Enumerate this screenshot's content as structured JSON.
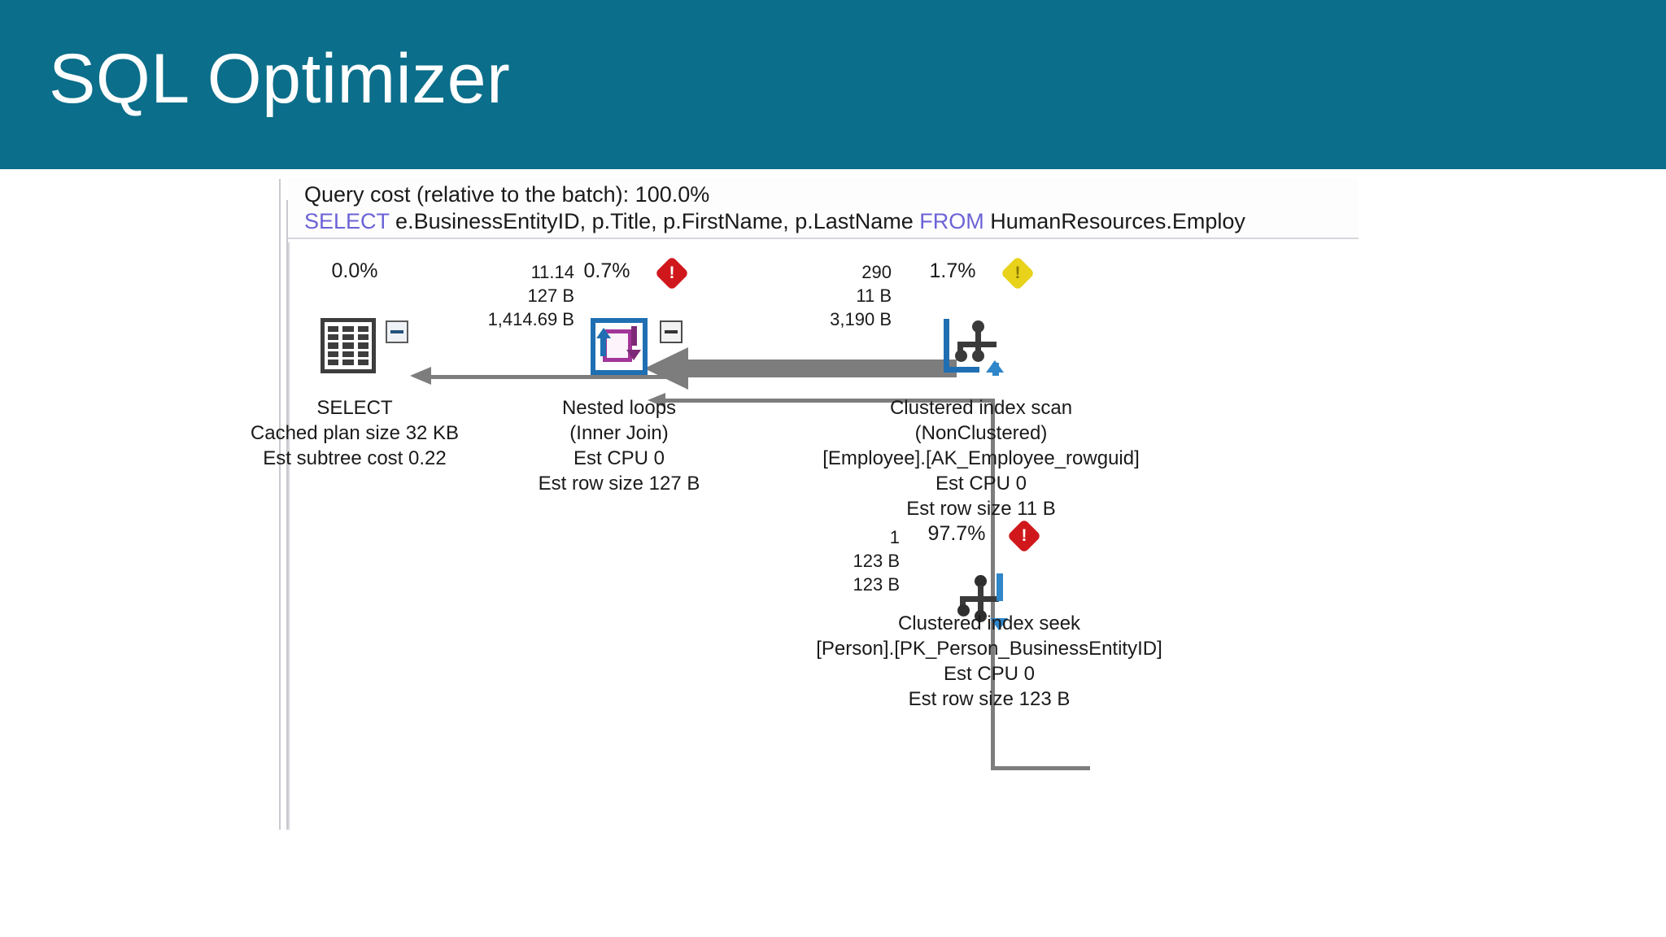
{
  "slide": {
    "title": "SQL Optimizer",
    "header_color": "#0b6e8a"
  },
  "plan": {
    "query_cost_label": "Query cost (relative to the batch):  100.0%",
    "sql": {
      "keyword_select": "SELECT",
      "columns": " e.BusinessEntityID, p.Title, p.FirstName, p.LastName ",
      "keyword_from": "FROM",
      "tail": " HumanResources.Employ"
    },
    "nodes": {
      "select": {
        "percent": "0.0%",
        "title": "SELECT",
        "line1": "Cached plan size  32 KB",
        "line2": "Est subtree cost  0.22",
        "icon": "result-grid-icon",
        "collapse": "collapse-minus-icon"
      },
      "nested_loops": {
        "percent": "0.7%",
        "badge": "error-badge-icon",
        "rows": "11.14",
        "row_size": "127 B",
        "data_size": "1,414.69 B",
        "title": "Nested loops",
        "subtitle": "(Inner Join)",
        "line1": "Est CPU  0",
        "line2": "Est row size  127 B",
        "icon": "nested-loops-icon",
        "collapse": "collapse-minus-icon"
      },
      "index_scan": {
        "percent": "1.7%",
        "badge": "warning-badge-icon",
        "rows": "290",
        "row_size": "11 B",
        "data_size": "3,190 B",
        "title": "Clustered index scan",
        "subtitle": "(NonClustered)",
        "object": "[Employee].[AK_Employee_rowguid]",
        "line1": "Est CPU  0",
        "line2": "Est row size  11 B",
        "icon": "clustered-index-scan-icon"
      },
      "index_seek": {
        "percent": "97.7%",
        "badge": "error-badge-icon",
        "rows": "1",
        "row_size": "123 B",
        "data_size": "123 B",
        "title": "Clustered index seek",
        "object": "[Person].[PK_Person_BusinessEntityID]",
        "line1": "Est CPU  0",
        "line2": "Est row size  123 B",
        "icon": "clustered-index-seek-icon"
      }
    },
    "badge_glyph": "!"
  }
}
